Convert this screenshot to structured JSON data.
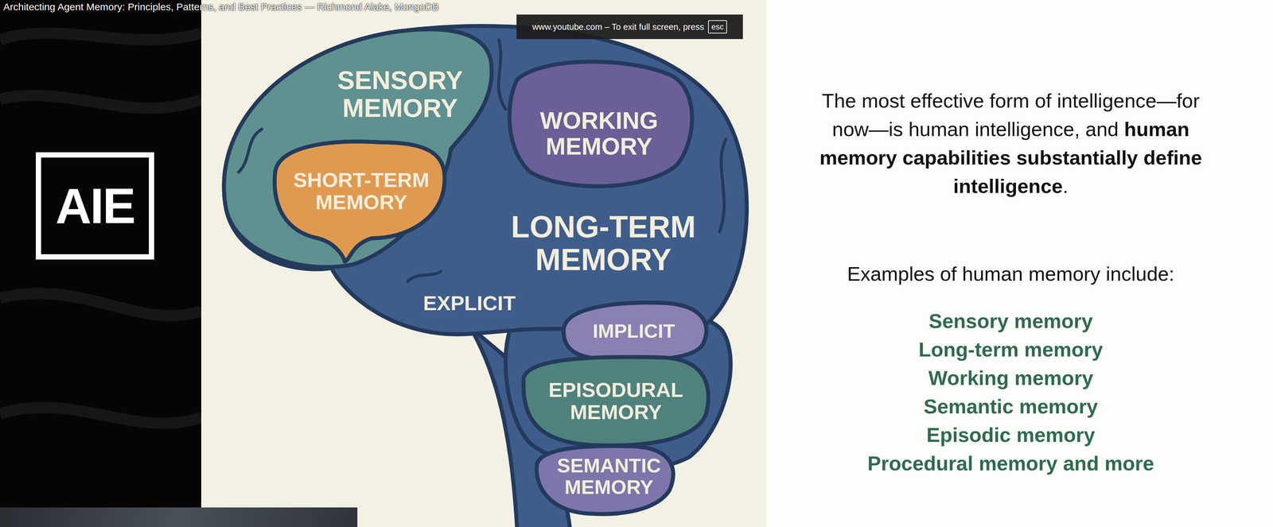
{
  "diagram": {
    "title": "Architecting Agent Memory: Principles, Patterns, and Best Practices — Richmond Alake, MongoDB",
    "nodes": [
      {
        "text": [
          "AIE"
        ]
      },
      {
        "text": [
          "www.youtube.com – To exit full screen, press"
        ]
      },
      {
        "text": [
          "esc"
        ],
        "in": 1
      },
      {
        "text": [
          "SENSORY MEMORY"
        ]
      },
      {
        "text": [
          "SHORT-TERM MEMORY"
        ]
      },
      {
        "text": [
          "WORKING MEMORY"
        ]
      },
      {
        "text": [
          "LONG-TERM MEMORY"
        ]
      },
      {
        "text": [
          "IMPLICIT"
        ]
      },
      {
        "text": [
          "EPISODURAL MEMORY"
        ]
      },
      {
        "text": [
          "SEMANTIC MEMORY"
        ]
      }
    ],
    "labels": [
      "EXPLICIT",
      "The most effective form of intelligence—for now—is human intelligence, and",
      "human memory capabilities substantially define intelligence",
      ".",
      "Examples of human memory include:",
      "Sensory memory",
      "Long-term memory",
      "Working memory",
      "Semantic memory",
      "Episodic memory",
      "Procedural memory and more"
    ]
  }
}
